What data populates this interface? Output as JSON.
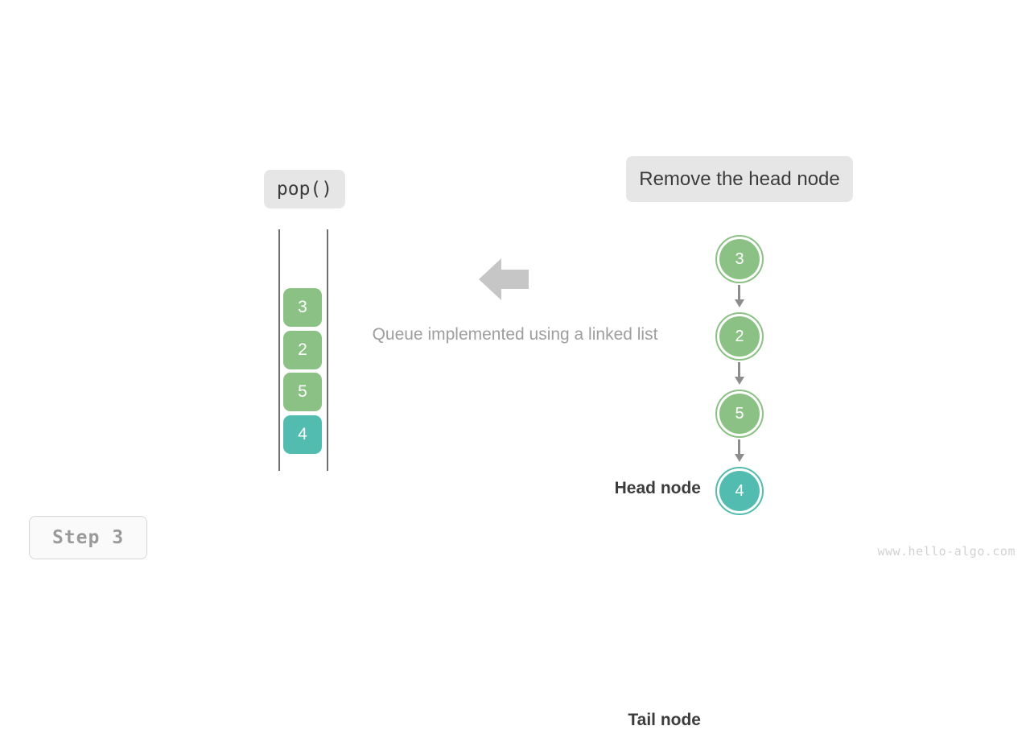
{
  "operation": {
    "label": "pop()"
  },
  "action": {
    "label": "Remove the head node"
  },
  "caption": {
    "text": "Queue implemented using a linked list"
  },
  "step": {
    "label": "Step  3"
  },
  "watermark": {
    "text": "www.hello-algo.com"
  },
  "colors": {
    "green": "#8cc185",
    "teal": "#52bcb0",
    "arrow_gray": "#8d8d8d",
    "chip_bg": "#e6e6e6",
    "rail": "#6e6e6e",
    "caption_gray": "#9e9e9e",
    "big_arrow": "#c6c6c6"
  },
  "stack": {
    "cells": [
      {
        "value": "3",
        "color": "#8cc185"
      },
      {
        "value": "2",
        "color": "#8cc185"
      },
      {
        "value": "5",
        "color": "#8cc185"
      },
      {
        "value": "4",
        "color": "#52bcb0"
      }
    ]
  },
  "linked_list": {
    "head_label": "Head node",
    "tail_label": "Tail node",
    "nodes": [
      {
        "value": "3",
        "color": "#8cc185"
      },
      {
        "value": "2",
        "color": "#8cc185"
      },
      {
        "value": "5",
        "color": "#8cc185"
      },
      {
        "value": "4",
        "color": "#52bcb0"
      }
    ]
  },
  "icons": {
    "flow_arrow": "arrow-left-icon",
    "link_arrow": "arrow-down-icon"
  }
}
